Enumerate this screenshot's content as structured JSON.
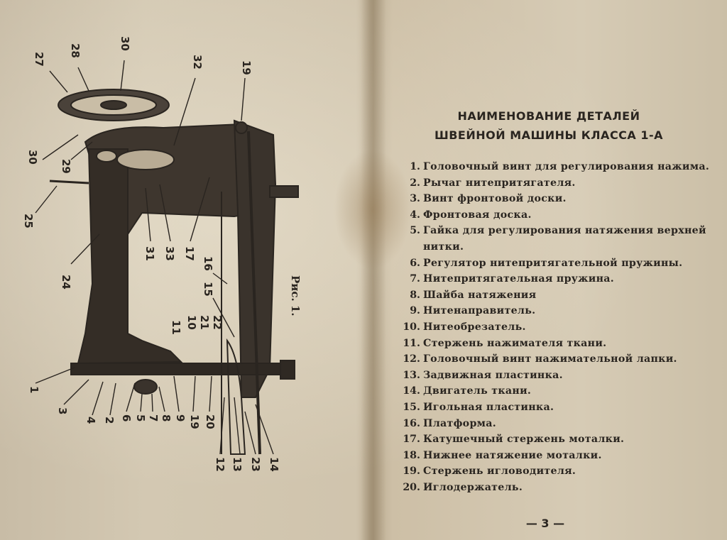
{
  "figure": {
    "caption": "Рис. 1.",
    "callouts": [
      "27",
      "28",
      "30",
      "32",
      "19",
      "30",
      "29",
      "25",
      "24",
      "31",
      "33",
      "17",
      "16",
      "15",
      "11",
      "10",
      "21",
      "22",
      "1",
      "3",
      "4",
      "2",
      "6",
      "5",
      "7",
      "8",
      "9",
      "19",
      "20",
      "12",
      "13",
      "23",
      "14"
    ]
  },
  "parts_list": {
    "title_line1": "НАИМЕНОВАНИЕ ДЕТАЛЕЙ",
    "title_line2": "ШВЕЙНОЙ МАШИНЫ  КЛАССА 1-А",
    "items": [
      {
        "num": "1.",
        "text": "Головочный винт для регулирования нажима."
      },
      {
        "num": "2.",
        "text": "Рычаг нитепритягателя."
      },
      {
        "num": "3.",
        "text": "Винт фронтовой доски."
      },
      {
        "num": "4.",
        "text": "Фронтовая доска."
      },
      {
        "num": "5.",
        "text": "Гайка для регулирования натяжения верхней нитки."
      },
      {
        "num": "6.",
        "text": "Регулятор нитепритягательной пружины."
      },
      {
        "num": "7.",
        "text": "Нитепритягательная пружина."
      },
      {
        "num": "8.",
        "text": "Шайба натяжения"
      },
      {
        "num": "9.",
        "text": "Нитенаправитель."
      },
      {
        "num": "10.",
        "text": "Нитеобрезатель."
      },
      {
        "num": "11.",
        "text": "Стержень нажимателя ткани."
      },
      {
        "num": "12.",
        "text": "Головочный винт нажимательной лапки."
      },
      {
        "num": "13.",
        "text": "Задвижная пластинка."
      },
      {
        "num": "14.",
        "text": "Двигатель ткани."
      },
      {
        "num": "15.",
        "text": "Игольная пластинка."
      },
      {
        "num": "16.",
        "text": "Платформа."
      },
      {
        "num": "17.",
        "text": "Катушечный стержень моталки."
      },
      {
        "num": "18.",
        "text": "Нижнее натяжение моталки."
      },
      {
        "num": "19.",
        "text": "Стержень игловодителя."
      },
      {
        "num": "20.",
        "text": "Иглодержатель."
      }
    ]
  },
  "page_number": "— 3 —"
}
